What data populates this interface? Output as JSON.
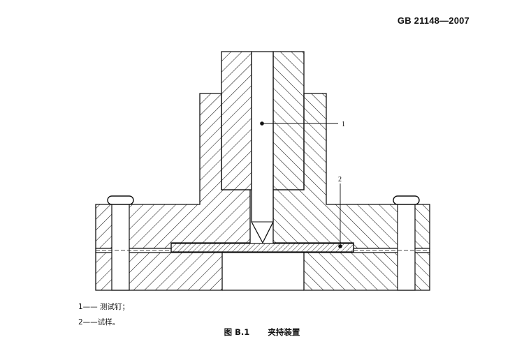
{
  "header": {
    "standard_number": "GB 21148—2007"
  },
  "callouts": [
    {
      "number": "1"
    },
    {
      "number": "2"
    }
  ],
  "legend": [
    {
      "number": "1",
      "text": "1—— 测试钉；"
    },
    {
      "number": "2",
      "text": "2——试样。"
    }
  ],
  "caption": {
    "figure_number": "图 B.1",
    "title": "夹持装置"
  }
}
